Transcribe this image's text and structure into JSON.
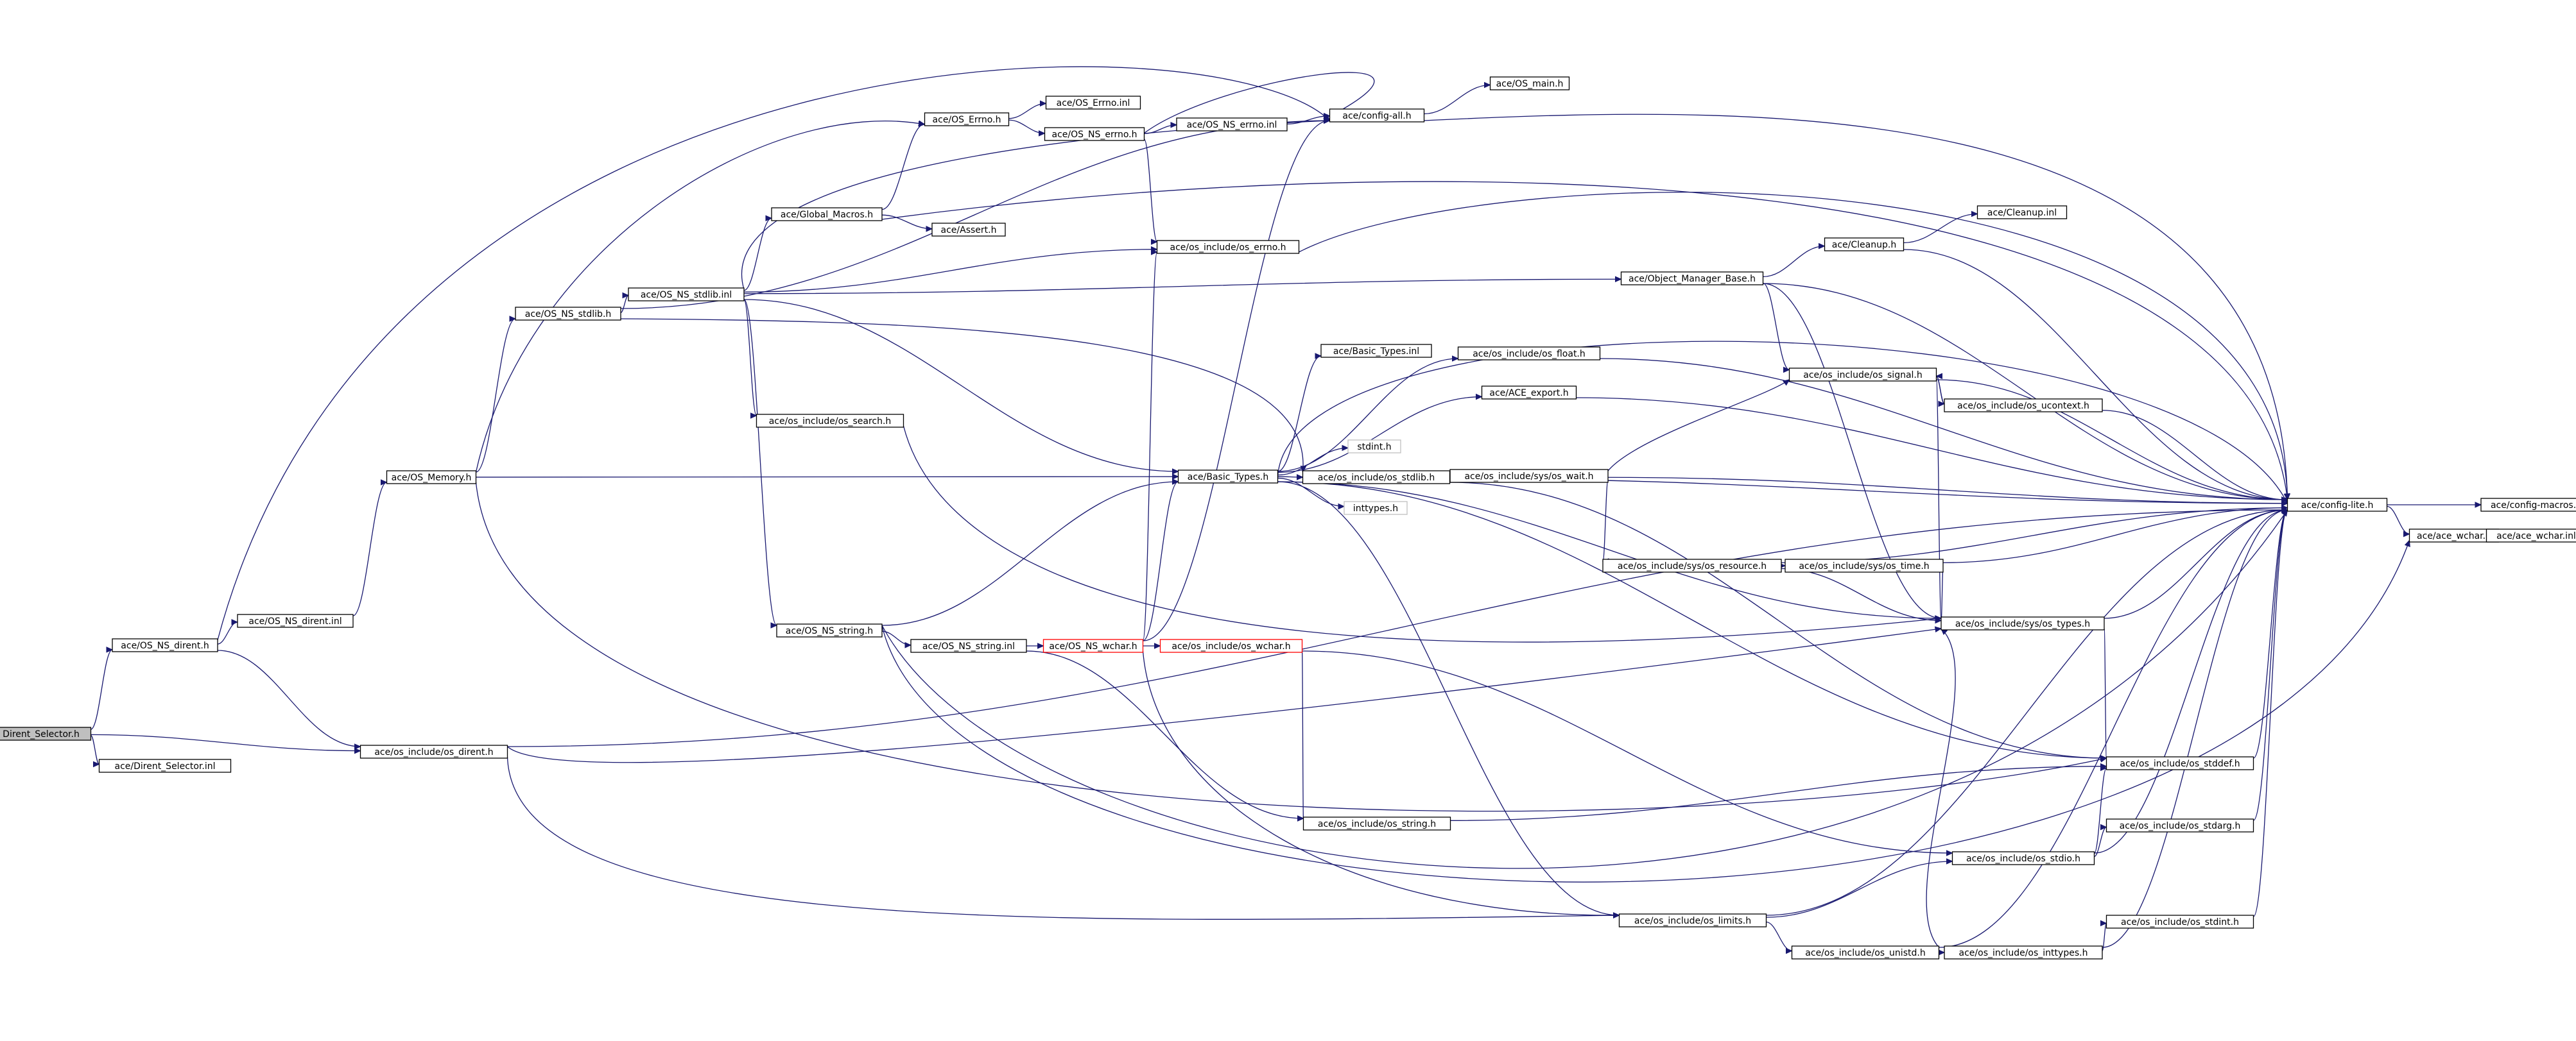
{
  "colors": {
    "edge": "#191970",
    "root_fill": "#bfbfbf",
    "node_border": "#000000",
    "truncated_border": "#ff0000",
    "faint_border": "#bfbfbf"
  },
  "nodes": [
    {
      "id": "dirent_selector_h",
      "label": "Dirent_Selector.h",
      "style": "root"
    },
    {
      "id": "dirent_selector_inl",
      "label": "ace/Dirent_Selector.inl"
    },
    {
      "id": "os_ns_dirent_h",
      "label": "ace/OS_NS_dirent.h"
    },
    {
      "id": "os_ns_dirent_inl",
      "label": "ace/OS_NS_dirent.inl"
    },
    {
      "id": "os_include_os_dirent_h",
      "label": "ace/os_include/os_dirent.h"
    },
    {
      "id": "os_memory_h",
      "label": "ace/OS_Memory.h"
    },
    {
      "id": "os_ns_stdlib_h",
      "label": "ace/OS_NS_stdlib.h"
    },
    {
      "id": "os_ns_stdlib_inl",
      "label": "ace/OS_NS_stdlib.inl"
    },
    {
      "id": "global_macros_h",
      "label": "ace/Global_Macros.h"
    },
    {
      "id": "assert_h",
      "label": "ace/Assert.h"
    },
    {
      "id": "os_errno_h",
      "label": "ace/OS_Errno.h"
    },
    {
      "id": "os_errno_inl",
      "label": "ace/OS_Errno.inl"
    },
    {
      "id": "os_ns_errno_h",
      "label": "ace/OS_NS_errno.h"
    },
    {
      "id": "os_ns_errno_inl",
      "label": "ace/OS_NS_errno.inl"
    },
    {
      "id": "config_all_h",
      "label": "ace/config-all.h"
    },
    {
      "id": "os_main_h",
      "label": "ace/OS_main.h"
    },
    {
      "id": "os_include_os_errno_h",
      "label": "ace/os_include/os_errno.h"
    },
    {
      "id": "os_include_os_search_h",
      "label": "ace/os_include/os_search.h"
    },
    {
      "id": "os_ns_string_h",
      "label": "ace/OS_NS_string.h"
    },
    {
      "id": "os_ns_string_inl",
      "label": "ace/OS_NS_string.inl"
    },
    {
      "id": "os_ns_wchar_h",
      "label": "ace/OS_NS_wchar.h",
      "style": "truncated"
    },
    {
      "id": "os_include_os_wchar_h",
      "label": "ace/os_include/os_wchar.h",
      "style": "truncated"
    },
    {
      "id": "basic_types_h",
      "label": "ace/Basic_Types.h"
    },
    {
      "id": "basic_types_inl",
      "label": "ace/Basic_Types.inl"
    },
    {
      "id": "stdint_h",
      "label": "stdint.h",
      "style": "faint"
    },
    {
      "id": "inttypes_h",
      "label": "inttypes.h",
      "style": "faint"
    },
    {
      "id": "os_include_os_stdlib_h",
      "label": "ace/os_include/os_stdlib.h"
    },
    {
      "id": "os_include_os_float_h",
      "label": "ace/os_include/os_float.h"
    },
    {
      "id": "ace_export_h",
      "label": "ace/ACE_export.h"
    },
    {
      "id": "os_include_sys_os_wait_h",
      "label": "ace/os_include/sys/os_wait.h"
    },
    {
      "id": "object_manager_base_h",
      "label": "ace/Object_Manager_Base.h"
    },
    {
      "id": "cleanup_h",
      "label": "ace/Cleanup.h"
    },
    {
      "id": "cleanup_inl",
      "label": "ace/Cleanup.inl"
    },
    {
      "id": "os_include_os_signal_h",
      "label": "ace/os_include/os_signal.h"
    },
    {
      "id": "os_include_os_ucontext_h",
      "label": "ace/os_include/os_ucontext.h"
    },
    {
      "id": "os_include_sys_os_resource_h",
      "label": "ace/os_include/sys/os_resource.h"
    },
    {
      "id": "os_include_sys_os_time_h",
      "label": "ace/os_include/sys/os_time.h"
    },
    {
      "id": "os_include_sys_os_types_h",
      "label": "ace/os_include/sys/os_types.h"
    },
    {
      "id": "os_include_os_stddef_h",
      "label": "ace/os_include/os_stddef.h"
    },
    {
      "id": "os_include_os_string_h",
      "label": "ace/os_include/os_string.h"
    },
    {
      "id": "os_include_os_stdarg_h",
      "label": "ace/os_include/os_stdarg.h"
    },
    {
      "id": "os_include_os_stdio_h",
      "label": "ace/os_include/os_stdio.h"
    },
    {
      "id": "os_include_os_limits_h",
      "label": "ace/os_include/os_limits.h"
    },
    {
      "id": "os_include_os_unistd_h",
      "label": "ace/os_include/os_unistd.h"
    },
    {
      "id": "os_include_os_inttypes_h",
      "label": "ace/os_include/os_inttypes.h"
    },
    {
      "id": "os_include_os_stdint_h",
      "label": "ace/os_include/os_stdint.h"
    },
    {
      "id": "config_lite_h",
      "label": "ace/config-lite.h"
    },
    {
      "id": "config_macros_h",
      "label": "ace/config-macros.h"
    },
    {
      "id": "ace_wchar_h",
      "label": "ace/ace_wchar.h"
    },
    {
      "id": "ace_wchar_inl",
      "label": "ace/ace_wchar.inl"
    }
  ],
  "edges": [
    [
      "dirent_selector_h",
      "os_ns_dirent_h"
    ],
    [
      "dirent_selector_h",
      "dirent_selector_inl"
    ],
    [
      "dirent_selector_h",
      "os_include_os_dirent_h"
    ],
    [
      "os_ns_dirent_h",
      "os_ns_dirent_inl"
    ],
    [
      "os_ns_dirent_h",
      "os_include_os_dirent_h"
    ],
    [
      "os_ns_dirent_h",
      "config_all_h"
    ],
    [
      "os_ns_dirent_inl",
      "os_memory_h"
    ],
    [
      "os_memory_h",
      "os_ns_stdlib_h"
    ],
    [
      "os_memory_h",
      "basic_types_h"
    ],
    [
      "os_memory_h",
      "os_errno_h"
    ],
    [
      "os_memory_h",
      "os_include_os_stddef_h"
    ],
    [
      "os_ns_stdlib_h",
      "os_ns_stdlib_inl"
    ],
    [
      "os_ns_stdlib_h",
      "config_all_h"
    ],
    [
      "os_ns_stdlib_h",
      "os_include_os_stdlib_h"
    ],
    [
      "os_ns_stdlib_inl",
      "global_macros_h"
    ],
    [
      "os_ns_stdlib_inl",
      "os_include_os_errno_h"
    ],
    [
      "os_ns_stdlib_inl",
      "os_include_os_search_h"
    ],
    [
      "os_ns_stdlib_inl",
      "os_ns_string_h"
    ],
    [
      "os_ns_stdlib_inl",
      "basic_types_h"
    ],
    [
      "os_ns_stdlib_inl",
      "object_manager_base_h"
    ],
    [
      "os_ns_stdlib_inl",
      "config_all_h"
    ],
    [
      "global_macros_h",
      "assert_h"
    ],
    [
      "global_macros_h",
      "os_errno_h"
    ],
    [
      "global_macros_h",
      "config_lite_h"
    ],
    [
      "os_errno_h",
      "os_errno_inl"
    ],
    [
      "os_errno_h",
      "os_ns_errno_h"
    ],
    [
      "os_ns_errno_h",
      "os_ns_errno_inl"
    ],
    [
      "os_ns_errno_h",
      "os_include_os_errno_h"
    ],
    [
      "os_ns_errno_h",
      "config_all_h"
    ],
    [
      "os_ns_errno_inl",
      "config_all_h"
    ],
    [
      "config_all_h",
      "os_main_h"
    ],
    [
      "config_all_h",
      "config_lite_h"
    ],
    [
      "os_include_os_errno_h",
      "config_lite_h"
    ],
    [
      "os_include_os_search_h",
      "os_include_sys_os_types_h"
    ],
    [
      "os_ns_string_h",
      "os_ns_string_inl"
    ],
    [
      "os_ns_string_h",
      "basic_types_h"
    ],
    [
      "os_ns_string_h",
      "config_lite_h"
    ],
    [
      "os_ns_string_inl",
      "os_ns_wchar_h"
    ],
    [
      "os_ns_string_inl",
      "os_include_os_string_h"
    ],
    [
      "os_ns_wchar_h",
      "os_include_os_wchar_h"
    ],
    [
      "os_ns_wchar_h",
      "basic_types_h"
    ],
    [
      "os_ns_wchar_h",
      "os_include_os_errno_h"
    ],
    [
      "os_ns_wchar_h",
      "config_all_h"
    ],
    [
      "os_ns_wchar_h",
      "os_include_os_limits_h"
    ],
    [
      "os_include_os_wchar_h",
      "os_include_os_string_h"
    ],
    [
      "os_include_os_wchar_h",
      "os_include_os_stdio_h"
    ],
    [
      "basic_types_h",
      "basic_types_inl"
    ],
    [
      "basic_types_h",
      "stdint_h"
    ],
    [
      "basic_types_h",
      "inttypes_h"
    ],
    [
      "basic_types_h",
      "os_include_os_stdlib_h"
    ],
    [
      "basic_types_h",
      "os_include_os_float_h"
    ],
    [
      "basic_types_h",
      "ace_export_h"
    ],
    [
      "basic_types_h",
      "os_include_os_limits_h"
    ],
    [
      "basic_types_h",
      "os_include_sys_os_types_h"
    ],
    [
      "basic_types_h",
      "os_include_os_stddef_h"
    ],
    [
      "basic_types_h",
      "config_lite_h"
    ],
    [
      "os_include_os_stdlib_h",
      "os_include_sys_os_wait_h"
    ],
    [
      "os_include_os_stdlib_h",
      "os_include_os_stddef_h"
    ],
    [
      "os_include_os_stdlib_h",
      "config_lite_h"
    ],
    [
      "os_include_os_float_h",
      "config_lite_h"
    ],
    [
      "ace_export_h",
      "config_lite_h"
    ],
    [
      "os_include_sys_os_wait_h",
      "os_include_os_signal_h"
    ],
    [
      "os_include_sys_os_wait_h",
      "os_include_sys_os_resource_h"
    ],
    [
      "os_include_sys_os_wait_h",
      "config_lite_h"
    ],
    [
      "object_manager_base_h",
      "cleanup_h"
    ],
    [
      "object_manager_base_h",
      "os_include_os_signal_h"
    ],
    [
      "object_manager_base_h",
      "os_include_sys_os_types_h"
    ],
    [
      "object_manager_base_h",
      "config_lite_h"
    ],
    [
      "cleanup_h",
      "cleanup_inl"
    ],
    [
      "cleanup_h",
      "config_lite_h"
    ],
    [
      "os_include_os_signal_h",
      "os_include_os_ucontext_h"
    ],
    [
      "os_include_os_signal_h",
      "os_include_sys_os_types_h"
    ],
    [
      "os_include_os_signal_h",
      "config_lite_h"
    ],
    [
      "os_include_os_ucontext_h",
      "os_include_os_signal_h"
    ],
    [
      "os_include_os_ucontext_h",
      "config_lite_h"
    ],
    [
      "os_include_sys_os_resource_h",
      "os_include_sys_os_time_h"
    ],
    [
      "os_include_sys_os_resource_h",
      "os_include_sys_os_types_h"
    ],
    [
      "os_include_sys_os_resource_h",
      "config_lite_h"
    ],
    [
      "os_include_sys_os_time_h",
      "os_include_sys_os_types_h"
    ],
    [
      "os_include_sys_os_time_h",
      "config_lite_h"
    ],
    [
      "os_include_sys_os_types_h",
      "os_include_os_stddef_h"
    ],
    [
      "os_include_sys_os_types_h",
      "config_lite_h"
    ],
    [
      "os_include_os_stddef_h",
      "config_lite_h"
    ],
    [
      "os_include_os_string_h",
      "os_include_os_stddef_h"
    ],
    [
      "os_include_os_stdio_h",
      "os_include_os_stdarg_h"
    ],
    [
      "os_include_os_stdio_h",
      "os_include_os_stddef_h"
    ],
    [
      "os_include_os_stdio_h",
      "config_lite_h"
    ],
    [
      "os_include_os_stdarg_h",
      "config_lite_h"
    ],
    [
      "os_include_os_limits_h",
      "os_include_os_unistd_h"
    ],
    [
      "os_include_os_limits_h",
      "os_include_os_stdio_h"
    ],
    [
      "os_include_os_limits_h",
      "config_lite_h"
    ],
    [
      "os_include_os_unistd_h",
      "os_include_os_inttypes_h"
    ],
    [
      "os_include_os_unistd_h",
      "os_include_sys_os_types_h"
    ],
    [
      "os_include_os_unistd_h",
      "config_lite_h"
    ],
    [
      "os_include_os_inttypes_h",
      "os_include_os_stdint_h"
    ],
    [
      "os_include_os_inttypes_h",
      "config_lite_h"
    ],
    [
      "os_include_os_stdint_h",
      "config_lite_h"
    ],
    [
      "os_include_os_dirent_h",
      "os_include_sys_os_types_h"
    ],
    [
      "os_include_os_dirent_h",
      "os_include_os_limits_h"
    ],
    [
      "os_include_os_dirent_h",
      "config_lite_h"
    ],
    [
      "config_lite_h",
      "config_macros_h"
    ],
    [
      "config_lite_h",
      "ace_wchar_h"
    ],
    [
      "ace_wchar_h",
      "ace_wchar_inl"
    ],
    [
      "os_ns_string_h",
      "ace_wchar_h"
    ]
  ]
}
